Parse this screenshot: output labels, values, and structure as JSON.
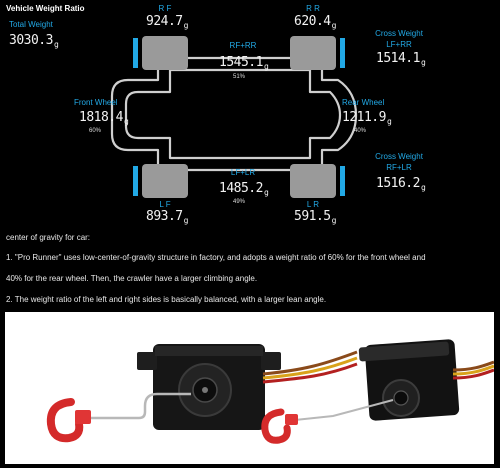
{
  "panel": {
    "title": "Vehicle Weight Ratio",
    "total_label": "Total Weight",
    "total_value": "3030.3",
    "unit": "g",
    "rf": {
      "label": "R F",
      "value": "924.7"
    },
    "rr": {
      "label": "R R",
      "value": "620.4"
    },
    "lf": {
      "label": "L F",
      "value": "893.7"
    },
    "lr": {
      "label": "L R",
      "value": "591.5"
    },
    "rf_rr": {
      "label": "RF+RR",
      "value": "1545.1",
      "pct": "51%"
    },
    "lf_lr": {
      "label": "LF+LR",
      "value": "1485.2",
      "pct": "49%"
    },
    "front": {
      "label": "Front Wheel",
      "value": "1818.4",
      "pct": "60%"
    },
    "rear": {
      "label": "Rear Wheel",
      "value": "1211.9",
      "pct": "40%"
    },
    "cross1": {
      "label": "Cross Weight",
      "sub": "LF+RR",
      "value": "1514.1"
    },
    "cross2": {
      "label": "Cross Weight",
      "sub": "RF+LR",
      "value": "1516.2"
    },
    "colors": {
      "accent": "#22a9e6",
      "wheel": "#9a9a9a",
      "outline": "#cfcfcf"
    }
  },
  "description": {
    "line1": "center of gravity for car:",
    "line2": "1. \"Pro Runner\" uses low-center-of-gravity structure in factory, and adopts a weight ratio of 60% for the front wheel and",
    "line3": "40% for the rear wheel.  Then, the crawler have a larger climbing angle.",
    "line4": "2. The weight ratio of the left and right sides is basically balanced, with a larger lean angle."
  },
  "photo": {
    "items": [
      "servo-winch-front-view",
      "servo-winch-angled-view"
    ]
  }
}
